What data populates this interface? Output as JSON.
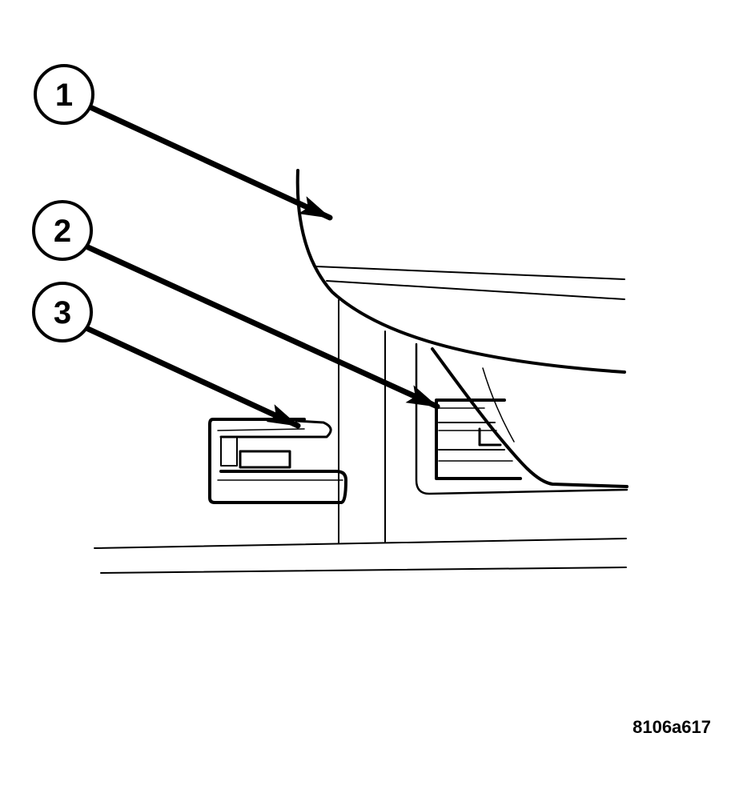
{
  "figure": {
    "callouts": [
      {
        "label": "1"
      },
      {
        "label": "2"
      },
      {
        "label": "3"
      }
    ],
    "figure_id": "8106a617",
    "line_color": "#000000",
    "background_color": "#ffffff"
  }
}
